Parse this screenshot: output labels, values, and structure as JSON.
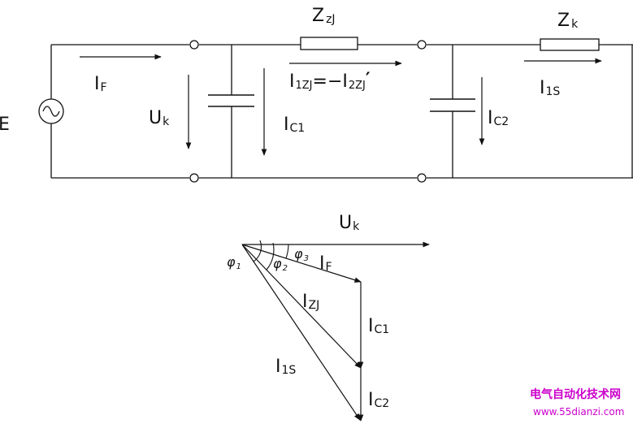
{
  "circuit": {
    "source_label": "E",
    "impedance_zj_main": "Z",
    "impedance_zj_sub": "zJ",
    "impedance_k_main": "Z",
    "impedance_k_sub": "k",
    "current_f_main": "I",
    "current_f_sub": "F",
    "voltage_k_main": "U",
    "voltage_k_sub": "k",
    "current_c1_main": "I",
    "current_c1_sub": "C1",
    "current_zj_main": "I",
    "current_zj_sub1": "1ZJ",
    "current_zj_mid": "=−I",
    "current_zj_sub2": "2ZJ",
    "current_zj_tail": "′",
    "current_c2_main": "I",
    "current_c2_sub": "C2",
    "current_1s_main": "I",
    "current_1s_sub": "1S"
  },
  "phasor": {
    "uk_main": "U",
    "uk_sub": "k",
    "phi1": "φ",
    "phi1_sub": "1",
    "phi2": "φ",
    "phi2_sub": "2",
    "phi3": "φ",
    "phi3_sub": "3",
    "if_main": "I",
    "if_sub": "F",
    "izj_main": "I",
    "izj_sub": "ZJ",
    "ic1_main": "I",
    "ic1_sub": "C1",
    "i1s_main": "I",
    "i1s_sub": "1S",
    "ic2_main": "I",
    "ic2_sub": "C2"
  },
  "watermark": {
    "line1": "电气自动化技术网",
    "line2": "www.55dianzi.com"
  }
}
